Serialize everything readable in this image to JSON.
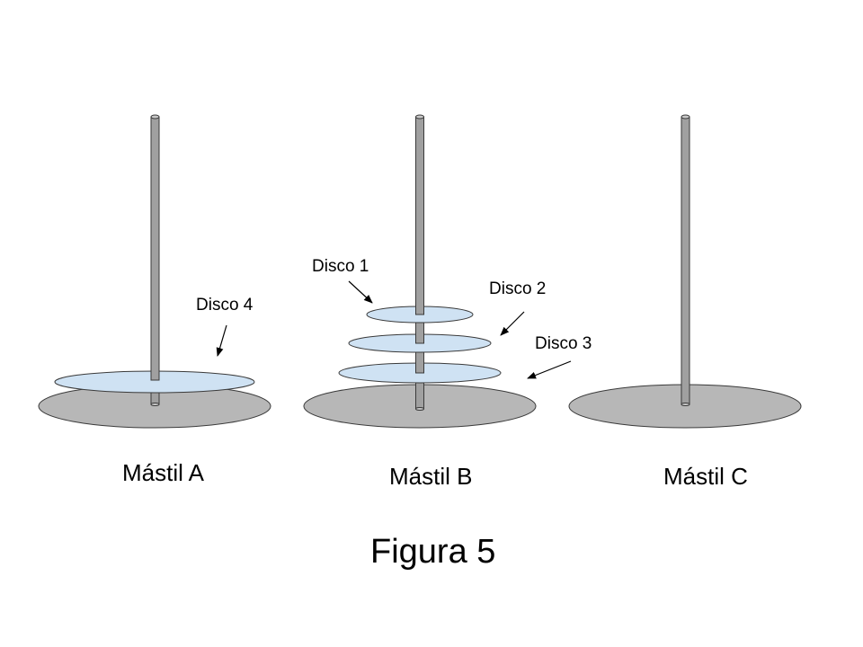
{
  "masts": [
    {
      "label": "Mástil A"
    },
    {
      "label": "Mástil B"
    },
    {
      "label": "Mástil C"
    }
  ],
  "disks": [
    {
      "label": "Disco 1",
      "mast": "B"
    },
    {
      "label": "Disco 2",
      "mast": "B"
    },
    {
      "label": "Disco 3",
      "mast": "B"
    },
    {
      "label": "Disco 4",
      "mast": "A"
    }
  ],
  "caption": "Figura 5",
  "colors": {
    "base": "#b7b7b7",
    "disk": "#cfe2f3",
    "pole": "#a0a0a0",
    "outline": "#3a3a3a"
  }
}
